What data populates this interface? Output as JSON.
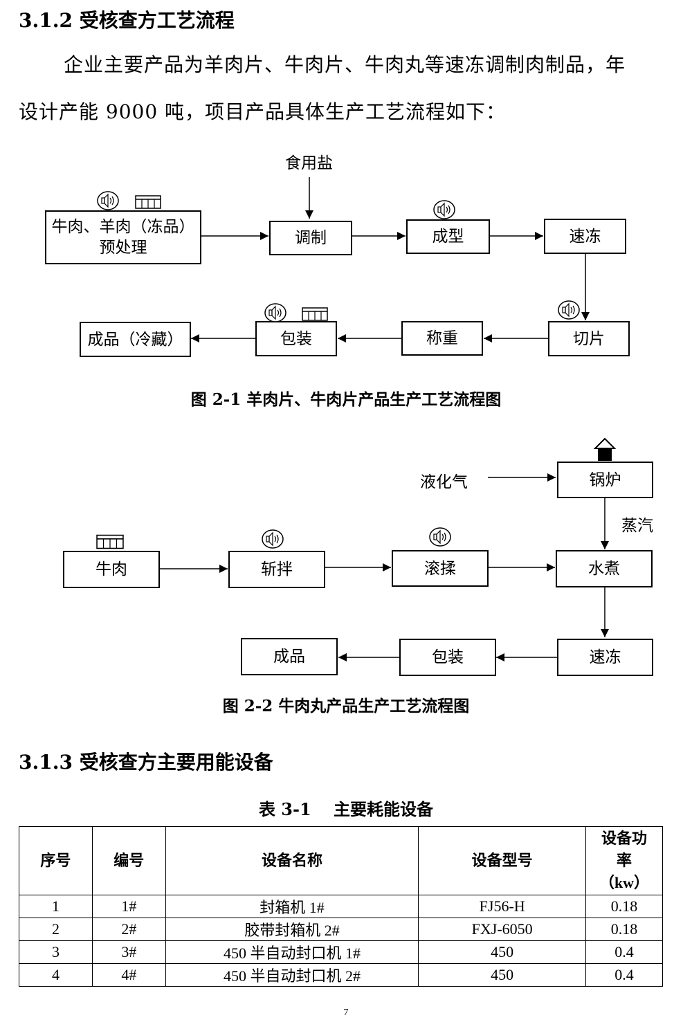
{
  "section_312": {
    "heading": "3.1.2 受核查方工艺流程"
  },
  "intro": {
    "line1": "企业主要产品为羊肉片、牛肉片、牛肉丸等速冻调制肉制品，年",
    "line2": "设计产能 9000 吨，项目产品具体生产工艺流程如下："
  },
  "flow1": {
    "caption": "图 2-1 羊肉片、牛肉片产品生产工艺流程图",
    "input_salt": "食用盐",
    "steps": {
      "pretreat_line1": "牛肉、羊肉（冻品）",
      "pretreat_line2": "预处理",
      "season": "调制",
      "shape": "成型",
      "quickfreeze": "速冻",
      "slice": "切片",
      "weigh": "称重",
      "pack": "包装",
      "product": "成品（冷藏）"
    }
  },
  "flow2": {
    "caption": "图 2-2 牛肉丸产品生产工艺流程图",
    "input_lpg": "液化气",
    "steam_label": "蒸汽",
    "steps": {
      "boiler": "锅炉",
      "beef": "牛肉",
      "chop": "斩拌",
      "tumble": "滚揉",
      "boil": "水煮",
      "quickfreeze": "速冻",
      "pack": "包装",
      "product": "成品"
    }
  },
  "section_313": {
    "heading": "3.1.3 受核查方主要用能设备"
  },
  "table": {
    "title": "表 3-1　 主要耗能设备",
    "headers": {
      "seq": "序号",
      "code": "编号",
      "name": "设备名称",
      "model": "设备型号",
      "power_line1": "设备功",
      "power_line2": "率",
      "power_line3": "（kw）"
    },
    "rows": [
      {
        "seq": "1",
        "code": "1#",
        "name": "封箱机 1#",
        "model": "FJ56-H",
        "power": "0.18"
      },
      {
        "seq": "2",
        "code": "2#",
        "name": "胶带封箱机 2#",
        "model": "FXJ-6050",
        "power": "0.18"
      },
      {
        "seq": "3",
        "code": "3#",
        "name": "450 半自动封口机 1#",
        "model": "450",
        "power": "0.4"
      },
      {
        "seq": "4",
        "code": "4#",
        "name": "450 半自动封口机 2#",
        "model": "450",
        "power": "0.4"
      }
    ]
  },
  "page": {
    "number": "7"
  },
  "icons": {
    "noise": "speaker-noise-icon",
    "solid_waste": "waste-bin-icon",
    "exhaust": "exhaust-arrow-icon"
  }
}
